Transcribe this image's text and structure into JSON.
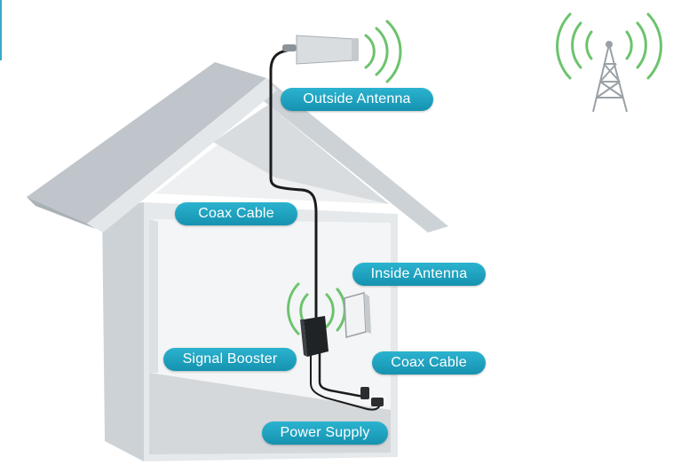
{
  "labels": {
    "outside_antenna": "Outside Antenna",
    "coax_cable_top": "Coax Cable",
    "inside_antenna": "Inside Antenna",
    "signal_booster": "Signal Booster",
    "coax_cable_bottom": "Coax Cable",
    "power_supply": "Power Supply"
  },
  "colors": {
    "pill": "#1a9fbe",
    "signal_waves": "#6cc36d",
    "house_wall": "#d9dde0",
    "house_roof": "#c6ccd0",
    "cable": "#1c1c1c",
    "tower": "#9aa1a6"
  },
  "icons": [
    "cell-tower-icon",
    "outside-antenna-icon",
    "inside-antenna-icon",
    "signal-booster-icon",
    "power-supply-icon"
  ]
}
